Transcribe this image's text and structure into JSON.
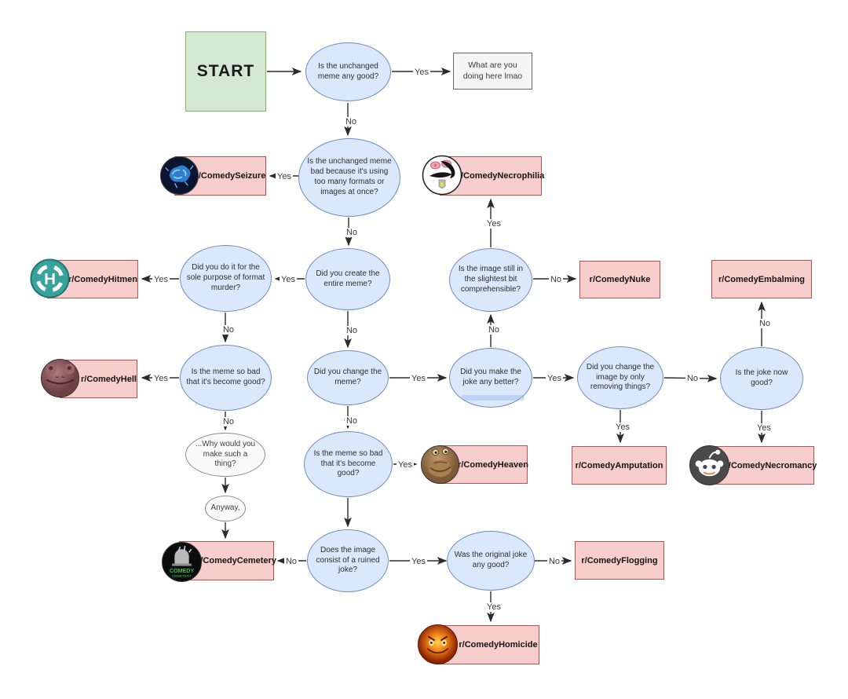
{
  "edge_labels": {
    "yes": "Yes",
    "no": "No"
  },
  "nodes": {
    "start": {
      "label": "START"
    },
    "end_lmao": {
      "label": "What are you doing here lmao"
    },
    "q_unchanged_good": {
      "label": "Is the unchanged meme any good?"
    },
    "q_too_many_formats": {
      "label": "Is the unchanged meme bad because it's using too many formats or images at once?"
    },
    "q_create_meme": {
      "label": "Did you create the entire meme?"
    },
    "q_format_murder": {
      "label": "Did you do it for the sole purpose of format murder?"
    },
    "q_so_bad_good_1": {
      "label": "Is the meme so bad that it's become good?"
    },
    "q_why_make": {
      "label": "...Why would you make such a thing?"
    },
    "q_anyway": {
      "label": "Anyway,"
    },
    "q_change_meme": {
      "label": "Did you change the meme?"
    },
    "q_joke_better": {
      "label": "Did you make the joke any better?"
    },
    "q_comprehensible": {
      "label": "Is the image still in the slightest bit comprehensible?"
    },
    "q_removing_things": {
      "label": "Did you change the image by only removing things?"
    },
    "q_joke_now_good": {
      "label": "Is the joke now good?"
    },
    "q_so_bad_good_2": {
      "label": "Is the meme so bad that it's become good?"
    },
    "q_ruined_joke": {
      "label": "Does the image consist of a ruined joke?"
    },
    "q_original_joke_good": {
      "label": "Was the original joke any good?"
    }
  },
  "subreddits": {
    "seizure": {
      "label": "r/ComedySeizure",
      "icon": "brain-icon"
    },
    "necrophilia": {
      "label": "r/ComedyNecrophilia",
      "icon": "cartoon-face-icon"
    },
    "hitmen": {
      "label": "r/ComedyHitmen",
      "icon": "hitman-logo-icon"
    },
    "hell": {
      "label": "r/ComedyHell",
      "icon": "frog-face-icon"
    },
    "heaven": {
      "label": "r/ComedyHeaven",
      "icon": "jar-jar-face-icon"
    },
    "cemetery": {
      "label": "r/ComedyCemetery",
      "icon": "tombstone-icon"
    },
    "necromancy": {
      "label": "r/ComedyNecromancy",
      "icon": "reddit-snoo-icon"
    },
    "homicide": {
      "label": "r/ComedyHomicide",
      "icon": "fire-face-icon"
    },
    "nuke": {
      "label": "r/ComedyNuke",
      "icon": ""
    },
    "embalming": {
      "label": "r/ComedyEmbalming",
      "icon": ""
    },
    "amputation": {
      "label": "r/ComedyAmputation",
      "icon": ""
    },
    "flogging": {
      "label": "r/ComedyFlogging",
      "icon": ""
    }
  },
  "colors": {
    "decision_fill": "#dbe8fc",
    "decision_border": "#6c8ebf",
    "subreddit_fill": "#f8cecc",
    "subreddit_border": "#b85450",
    "start_fill": "#d5e8d4",
    "start_border": "#82b366",
    "end_fill": "#f5f5f5",
    "end_border": "#666666",
    "arrow": "#2c2c2c"
  }
}
